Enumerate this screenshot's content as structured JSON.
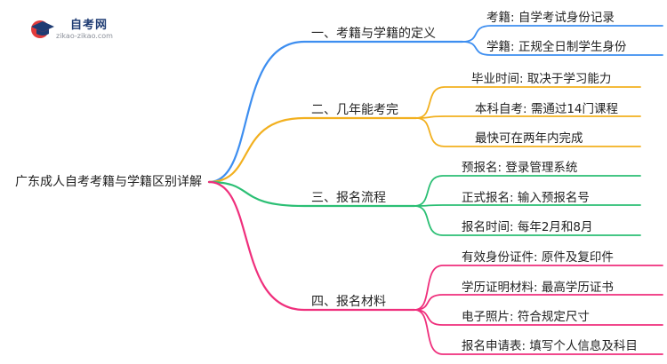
{
  "logo": {
    "name": "自考网",
    "domain": "zikao-zikao.com"
  },
  "root": "广东成人自考考籍与学籍区别详解",
  "colors": {
    "blue": "#3d8ef0",
    "yellow": "#f2b01f",
    "green": "#2bbf74",
    "pink": "#ef2f7c"
  },
  "branches": [
    {
      "label": "一、考籍与学籍的定义",
      "color": "blue",
      "leaves": [
        "考籍: 自学考试身份记录",
        "学籍: 正规全日制学生身份"
      ]
    },
    {
      "label": "二、几年能考完",
      "color": "yellow",
      "leaves": [
        "毕业时间: 取决于学习能力",
        "本科自考: 需通过14门课程",
        "最快可在两年内完成"
      ]
    },
    {
      "label": "三、报名流程",
      "color": "green",
      "leaves": [
        "预报名: 登录管理系统",
        "正式报名: 输入预报名号",
        "报名时间: 每年2月和8月"
      ]
    },
    {
      "label": "四、报名材料",
      "color": "pink",
      "leaves": [
        "有效身份证件: 原件及复印件",
        "学历证明材料: 最高学历证书",
        "电子照片: 符合规定尺寸",
        "报名申请表: 填写个人信息及科目"
      ]
    }
  ]
}
